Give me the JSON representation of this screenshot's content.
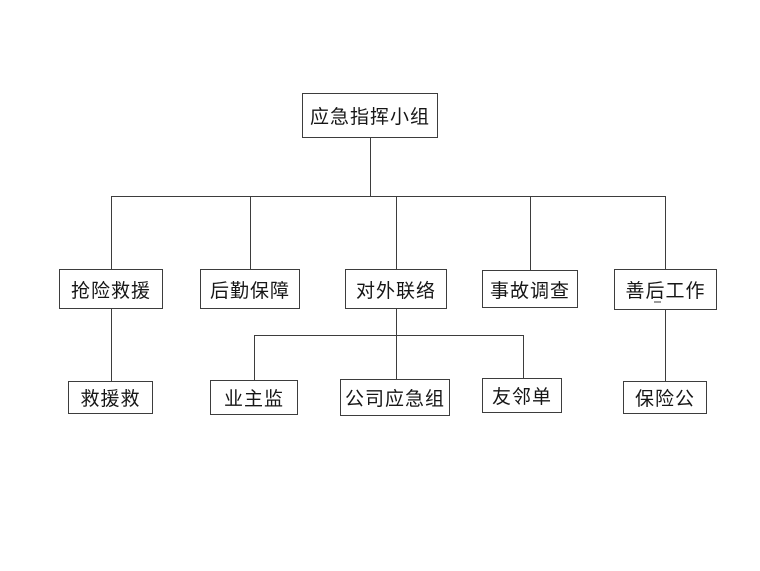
{
  "page": {
    "background": "#ffffff"
  },
  "diagram": {
    "type": "org-chart",
    "line_color": "#3d3d3d",
    "root": {
      "label": "应急指挥小组"
    },
    "level2": [
      {
        "label": "抢险救援"
      },
      {
        "label": "后勤保障"
      },
      {
        "label": "对外联络"
      },
      {
        "label": "事故调查"
      },
      {
        "label": "善后工作"
      }
    ],
    "level3": [
      {
        "label": "救援救",
        "parent": "抢险救援"
      },
      {
        "label": "业主监",
        "parent": "对外联络"
      },
      {
        "label": "公司应急组",
        "parent": "对外联络"
      },
      {
        "label": "友邻单",
        "parent": "对外联络"
      },
      {
        "label": "保险公",
        "parent": "善后工作"
      }
    ]
  }
}
